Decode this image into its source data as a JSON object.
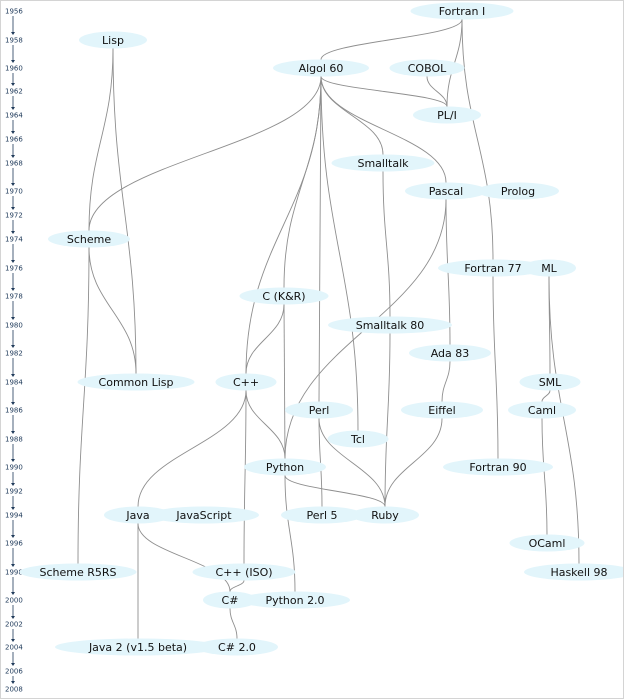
{
  "years": [
    "1956",
    "1958",
    "1960",
    "1962",
    "1964",
    "1966",
    "1968",
    "1970",
    "1972",
    "1974",
    "1976",
    "1978",
    "1980",
    "1982",
    "1984",
    "1986",
    "1988",
    "1990",
    "1992",
    "1994",
    "1996",
    "1998",
    "2000",
    "2002",
    "2004",
    "2006",
    "2008"
  ],
  "nodes": {
    "fortran1": "Fortran I",
    "lisp": "Lisp",
    "algol60": "Algol 60",
    "cobol": "COBOL",
    "pli": "PL/I",
    "smalltalk": "Smalltalk",
    "pascal": "Pascal",
    "prolog": "Prolog",
    "scheme": "Scheme",
    "fortran77": "Fortran 77",
    "ml": "ML",
    "ckr": "C (K&R)",
    "smalltalk80": "Smalltalk 80",
    "ada83": "Ada 83",
    "commonlisp": "Common Lisp",
    "cpp": "C++",
    "sml": "SML",
    "perl": "Perl",
    "eiffel": "Eiffel",
    "caml": "Caml",
    "tcl": "Tcl",
    "python": "Python",
    "fortran90": "Fortran 90",
    "java": "Java",
    "javascript": "JavaScript",
    "perl5": "Perl 5",
    "ruby": "Ruby",
    "ocaml": "OCaml",
    "schemer5rs": "Scheme R5RS",
    "cppiso": "C++ (ISO)",
    "haskell98": "Haskell 98",
    "csharp": "C#",
    "python20": "Python 2.0",
    "java2": "Java 2 (v1.5 beta)",
    "csharp20": "C# 2.0"
  },
  "edges": [
    [
      "fortran1",
      "algol60"
    ],
    [
      "fortran1",
      "pli"
    ],
    [
      "fortran1",
      "fortran77"
    ],
    [
      "lisp",
      "scheme"
    ],
    [
      "lisp",
      "commonlisp"
    ],
    [
      "algol60",
      "scheme"
    ],
    [
      "algol60",
      "pli"
    ],
    [
      "algol60",
      "smalltalk"
    ],
    [
      "algol60",
      "pascal"
    ],
    [
      "algol60",
      "ckr"
    ],
    [
      "algol60",
      "cpp"
    ],
    [
      "algol60",
      "perl"
    ],
    [
      "algol60",
      "tcl"
    ],
    [
      "cobol",
      "pli"
    ],
    [
      "smalltalk",
      "smalltalk80"
    ],
    [
      "pascal",
      "ada83"
    ],
    [
      "pascal",
      "python"
    ],
    [
      "scheme",
      "commonlisp"
    ],
    [
      "scheme",
      "schemer5rs"
    ],
    [
      "fortran77",
      "fortran90"
    ],
    [
      "ml",
      "sml"
    ],
    [
      "ml",
      "haskell98"
    ],
    [
      "ckr",
      "cpp"
    ],
    [
      "ckr",
      "python"
    ],
    [
      "smalltalk80",
      "ruby"
    ],
    [
      "ada83",
      "eiffel"
    ],
    [
      "cpp",
      "java"
    ],
    [
      "cpp",
      "python"
    ],
    [
      "cpp",
      "cppiso"
    ],
    [
      "sml",
      "caml"
    ],
    [
      "perl",
      "perl5"
    ],
    [
      "perl",
      "ruby"
    ],
    [
      "eiffel",
      "ruby"
    ],
    [
      "caml",
      "ocaml"
    ],
    [
      "python",
      "ruby"
    ],
    [
      "python",
      "python20"
    ],
    [
      "java",
      "javascript"
    ],
    [
      "java",
      "csharp"
    ],
    [
      "java",
      "java2"
    ],
    [
      "cppiso",
      "csharp"
    ],
    [
      "csharp",
      "csharp20"
    ]
  ]
}
